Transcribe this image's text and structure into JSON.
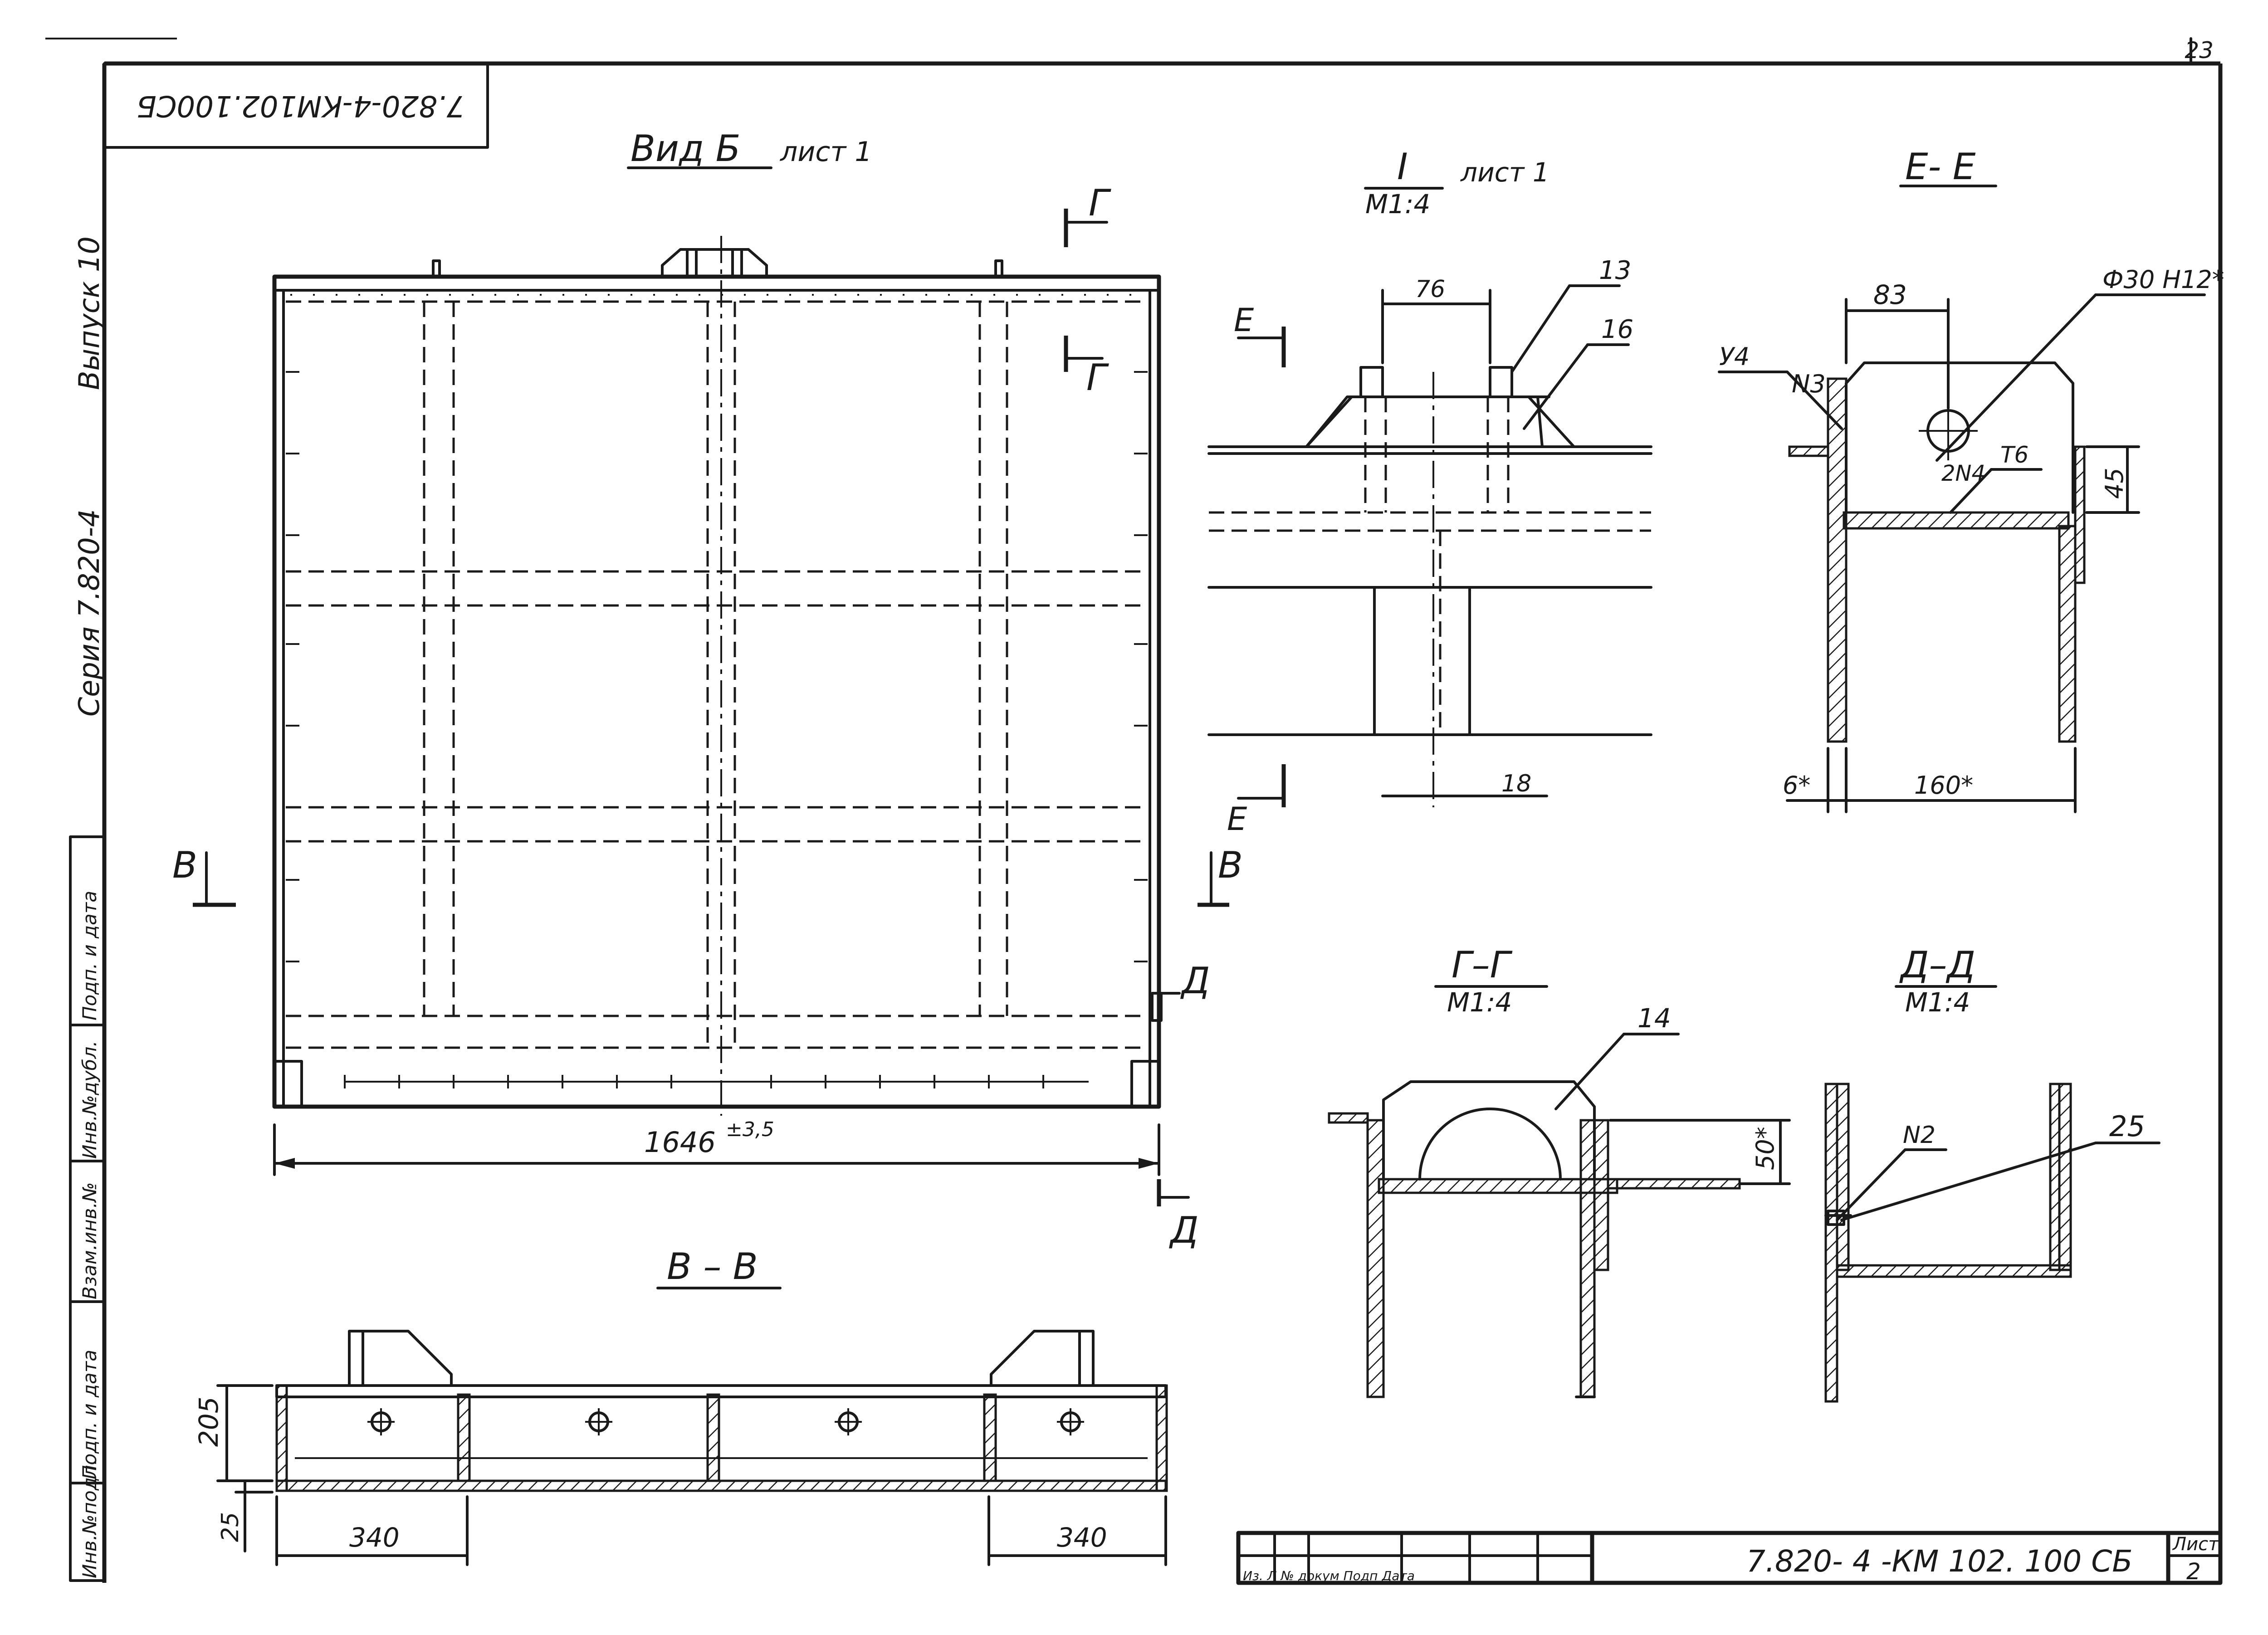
{
  "sheet": {
    "doc_code_rotated": "7.820-4-КМ102.100СБ",
    "page_number": "23",
    "series": "Серия 7.820-4",
    "issue": "Выпуск 10",
    "side_stamp": [
      "Подп. и дата",
      "Инв.№дубл.",
      "Взам.инв.№",
      "Подп. и дата",
      "Инв.№подл."
    ]
  },
  "views": {
    "vid_b": {
      "title": "Вид Б",
      "ref": "лист 1",
      "dim_width": "1646",
      "dim_tol": "±3,5",
      "cut_g": "Г",
      "cut_v": "В",
      "cut_d": "Д"
    },
    "node_1": {
      "title": "I",
      "scale": "М1:4",
      "ref": "лист 1",
      "dim_76": "76",
      "dim_18": "18",
      "pos_13": "13",
      "pos_16": "16",
      "cut_e": "Е"
    },
    "sec_ee": {
      "title": "Е- Е",
      "dim_83": "83",
      "hole": "Ф30 Н12*",
      "weld_u4": "У4",
      "n3": "N3",
      "n4": "2N4",
      "t6": "Т6",
      "dim_45": "45",
      "dim_6": "6*",
      "dim_160": "160*"
    },
    "sec_gg": {
      "title": "Г–Г",
      "scale": "М1:4",
      "pos_14": "14",
      "dim_50": "50*"
    },
    "sec_dd": {
      "title": "Д–Д",
      "scale": "М1:4",
      "n2": "N2",
      "pos_25": "25"
    },
    "sec_vv": {
      "title": "В – В",
      "dim_205": "205",
      "dim_25": "25",
      "dim_340_left": "340",
      "dim_340_right": "340"
    }
  },
  "title_block": {
    "doc_code": "7.820- 4 -КМ 102. 100 СБ",
    "sheet_label": "Лист",
    "sheet_number": "2",
    "col_labels": "Из. Л  № докум  Подп  Дата"
  }
}
